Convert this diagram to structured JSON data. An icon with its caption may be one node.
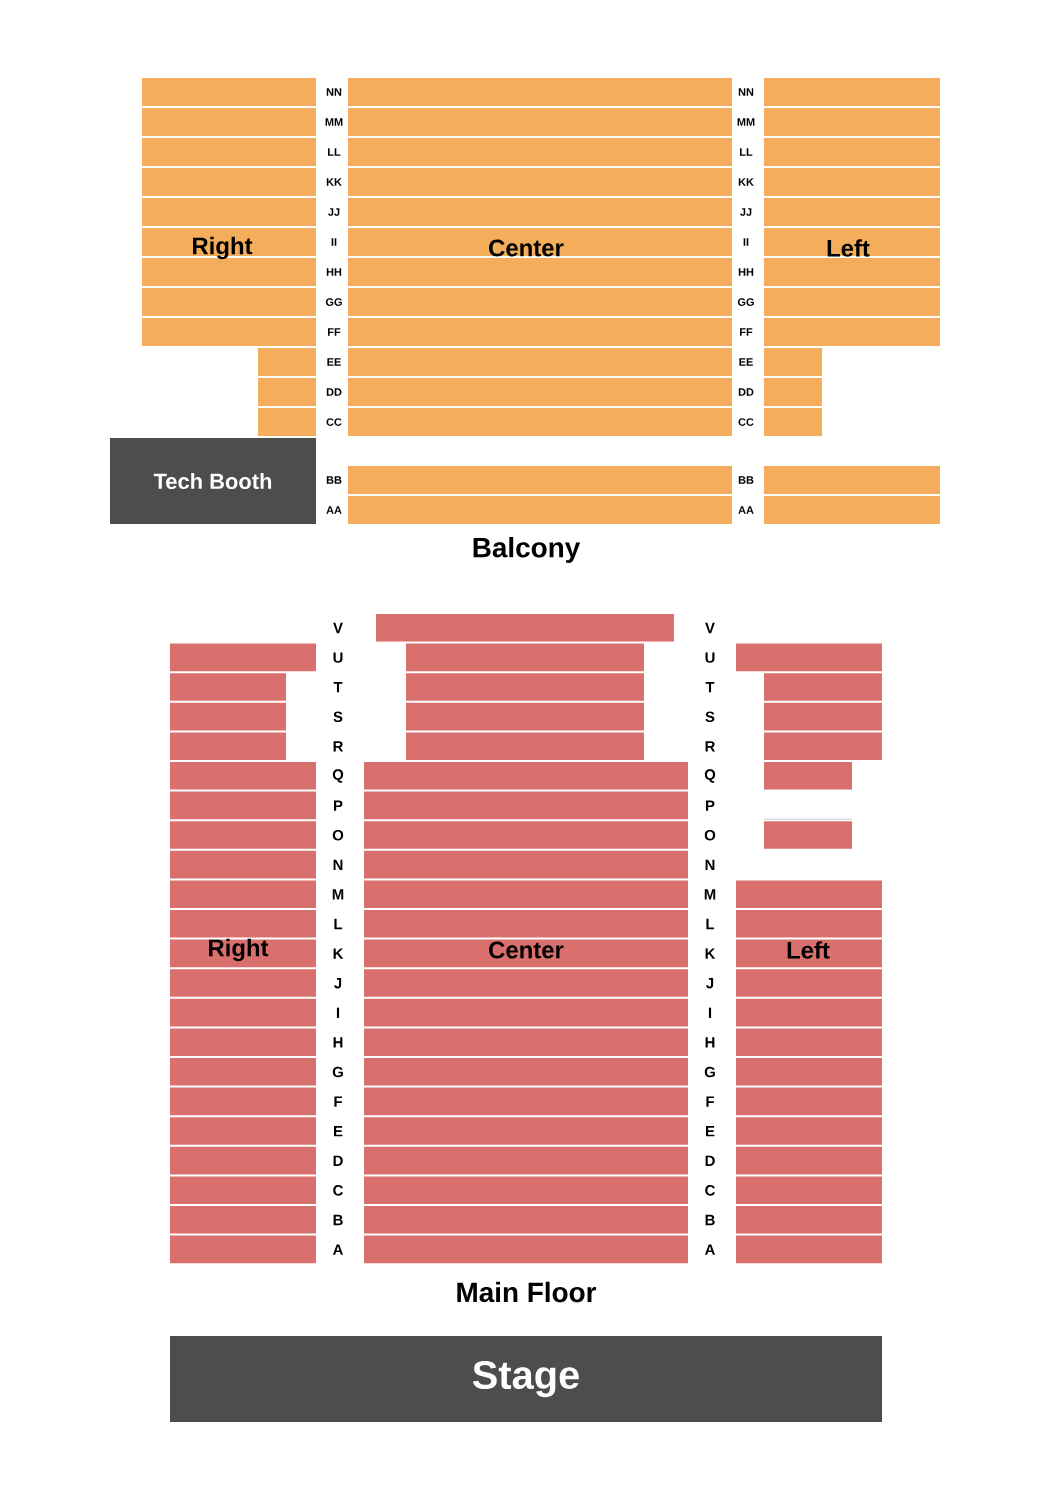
{
  "diagram": {
    "nodes": [
      {
        "text": [
          "Right"
        ]
      },
      {
        "text": [
          "Center"
        ]
      },
      {
        "text": [
          "Left"
        ]
      },
      {
        "text": [
          "Tech Booth"
        ]
      },
      {
        "text": [
          "Right"
        ]
      },
      {
        "text": [
          "Center"
        ]
      },
      {
        "text": [
          "Left"
        ]
      },
      {
        "text": [
          "Stage"
        ]
      }
    ],
    "labels": [
      "NN",
      "NN",
      "MM",
      "MM",
      "LL",
      "LL",
      "KK",
      "KK",
      "JJ",
      "JJ",
      "II",
      "II",
      "HH",
      "HH",
      "GG",
      "GG",
      "FF",
      "FF",
      "EE",
      "EE",
      "DD",
      "DD",
      "CC",
      "CC",
      "BB",
      "BB",
      "AA",
      "AA",
      "Balcony",
      "V",
      "V",
      "U",
      "U",
      "T",
      "T",
      "S",
      "S",
      "R",
      "R",
      "Q",
      "Q",
      "P",
      "P",
      "O",
      "O",
      "N",
      "N",
      "M",
      "M",
      "L",
      "L",
      "K",
      "K",
      "J",
      "J",
      "I",
      "I",
      "H",
      "H",
      "G",
      "G",
      "F",
      "F",
      "E",
      "E",
      "D",
      "D",
      "C",
      "C",
      "B",
      "B",
      "A",
      "A",
      "Main Floor"
    ]
  }
}
